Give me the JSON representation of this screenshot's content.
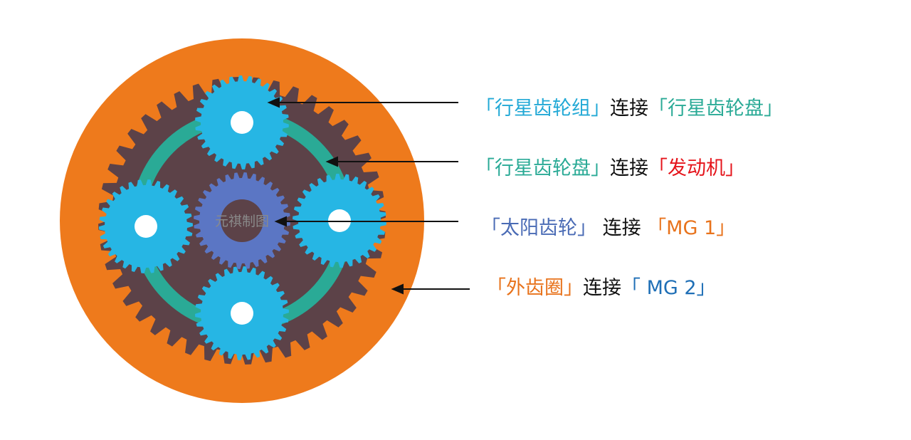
{
  "colors": {
    "ring_gear": "#ee7a1c",
    "carrier_body": "#5c4248",
    "carrier_ring": "#2aaa96",
    "planet_gear": "#26b6e4",
    "sun_gear": "#5b76c4",
    "sun_hub": "#5c4248",
    "black": "#111111",
    "cyan": "#22a9d6",
    "teal": "#2aaa96",
    "red": "#e5141b",
    "blue_purple": "#4a6bb5",
    "orange": "#e8731c",
    "blue": "#1f6fb6"
  },
  "watermark": "元祺制图",
  "labels": [
    {
      "parts": [
        {
          "text": "「行星齿轮组」",
          "color": "cyan"
        },
        {
          "text": "连接",
          "color": "black"
        },
        {
          "text": "「行星齿轮盘」",
          "color": "teal"
        }
      ]
    },
    {
      "parts": [
        {
          "text": "「行星齿轮盘」",
          "color": "teal"
        },
        {
          "text": "连接",
          "color": "black"
        },
        {
          "text": "「发动机」",
          "color": "red"
        }
      ]
    },
    {
      "parts": [
        {
          "text": "「太阳齿轮」 ",
          "color": "blue_purple"
        },
        {
          "text": "连接 ",
          "color": "black"
        },
        {
          "text": "「MG 1」",
          "color": "orange"
        }
      ]
    },
    {
      "parts": [
        {
          "text": "「外齿圈」",
          "color": "orange"
        },
        {
          "text": "连接",
          "color": "black"
        },
        {
          "text": "「 MG 2」",
          "color": "blue"
        }
      ]
    }
  ]
}
